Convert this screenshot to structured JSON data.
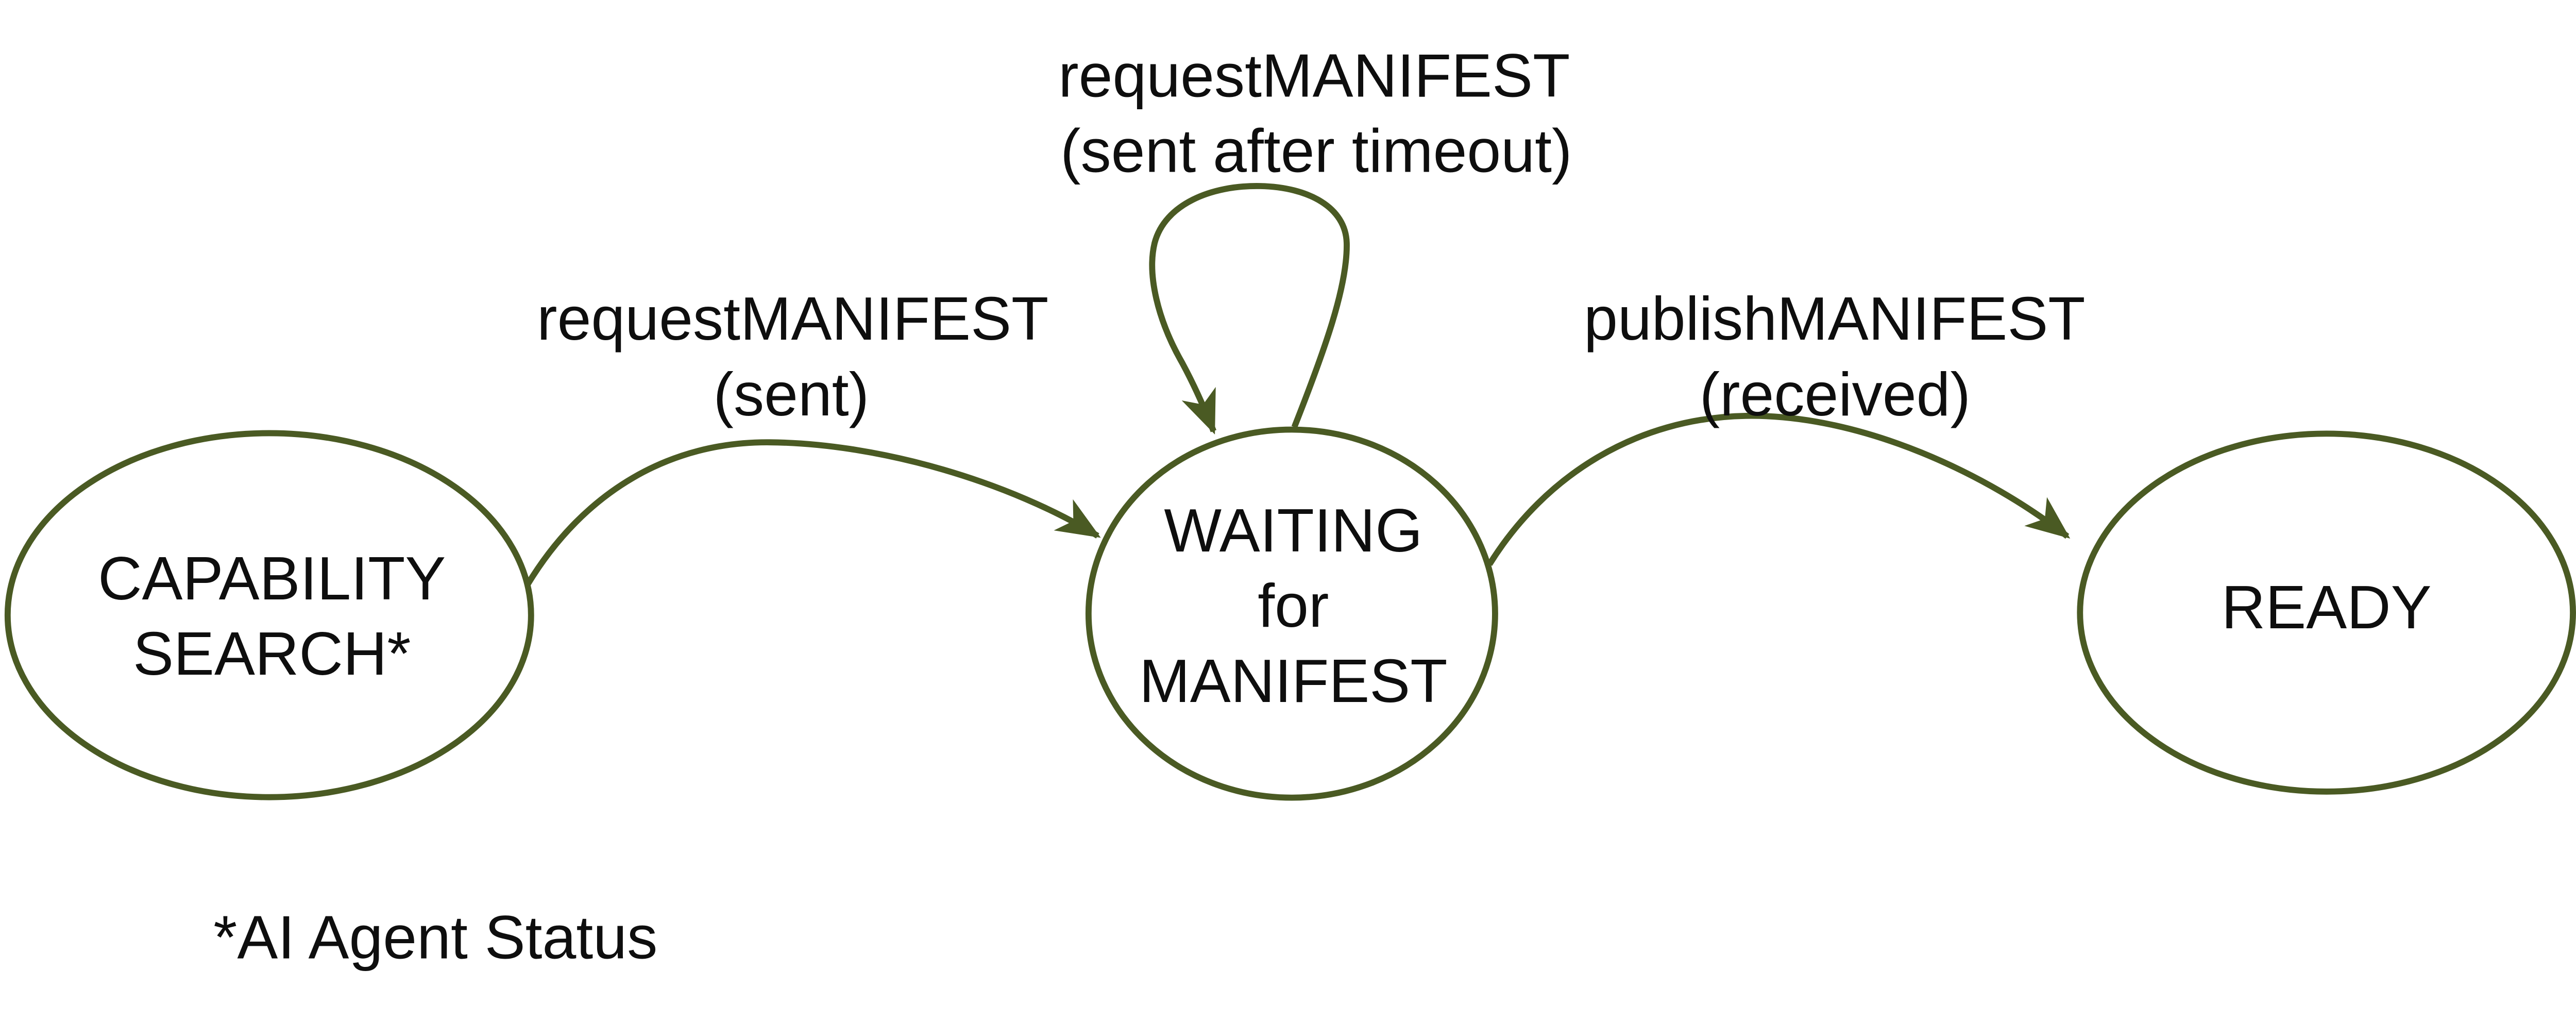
{
  "diagram": {
    "type": "state-machine",
    "colors": {
      "stroke": "#4a5a23",
      "text": "#0e0e0e",
      "background": "#ffffff"
    },
    "nodes": [
      {
        "id": "capability-search",
        "lines": [
          "CAPABILITY",
          "SEARCH*"
        ]
      },
      {
        "id": "waiting-for-manifest",
        "lines": [
          "WAITING",
          "for",
          "MANIFEST"
        ]
      },
      {
        "id": "ready",
        "lines": [
          "READY"
        ]
      }
    ],
    "edges": [
      {
        "from": "capability-search",
        "to": "waiting-for-manifest",
        "event": "requestMANIFEST",
        "condition": "(sent)"
      },
      {
        "from": "waiting-for-manifest",
        "to": "waiting-for-manifest",
        "event": "requestMANIFEST",
        "condition": "(sent after timeout)"
      },
      {
        "from": "waiting-for-manifest",
        "to": "ready",
        "event": "publishMANIFEST",
        "condition": "(received)"
      }
    ],
    "footnote": "*AI Agent Status"
  }
}
